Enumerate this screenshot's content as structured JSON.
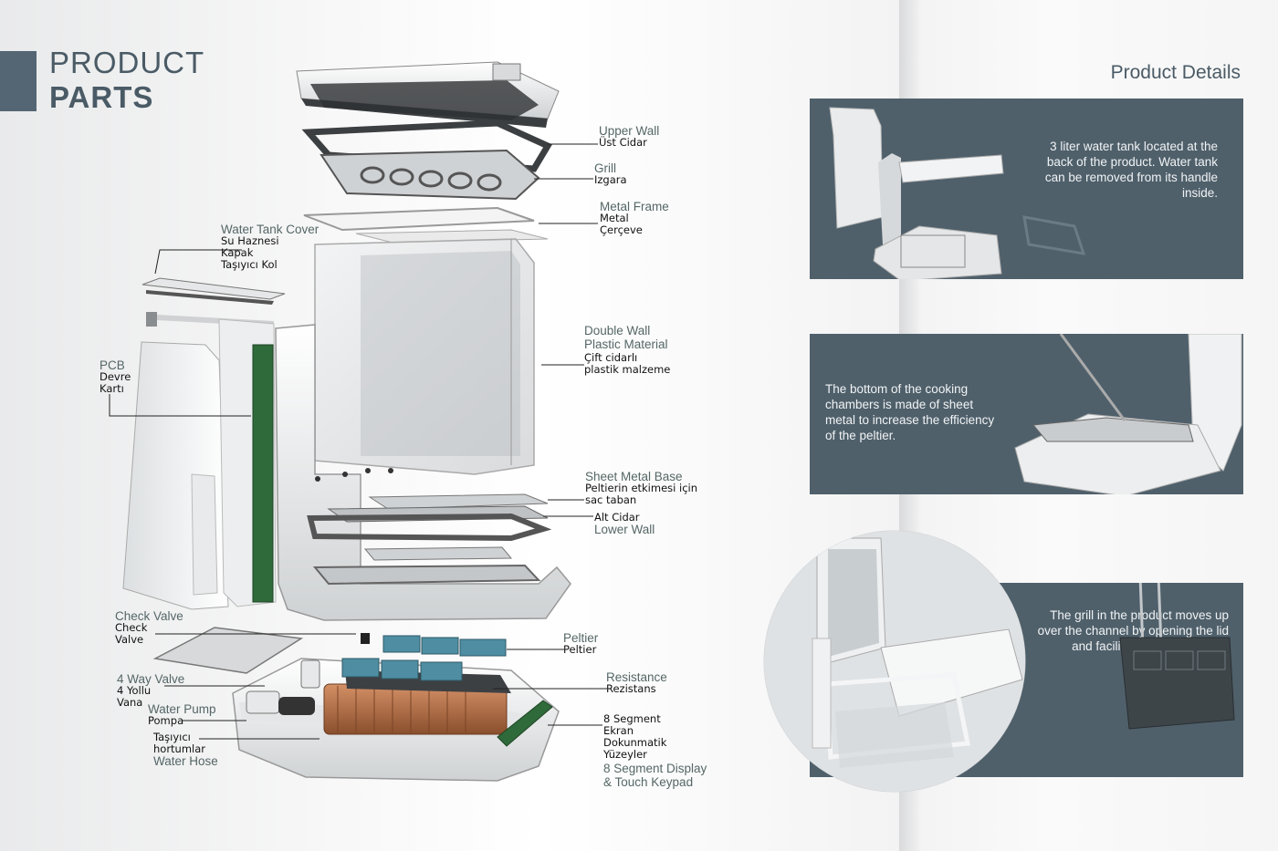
{
  "title": {
    "line1": "PRODUCT",
    "line2": "PARTS"
  },
  "labels": {
    "upper_wall": {
      "en": "Upper Wall",
      "tr": "Üst Cidar"
    },
    "grill": {
      "en": "Grill",
      "tr": "Izgara"
    },
    "metal_frame": {
      "en": "Metal Frame",
      "tr1": "Metal",
      "tr2": "Çerçeve"
    },
    "water_tank_cover": {
      "en": "Water Tank Cover",
      "tr1": "Su Haznesi",
      "tr2": "Kapak",
      "tr3": "Taşıyıcı Kol"
    },
    "double_wall": {
      "en1": "Double Wall",
      "en2": "Plastic Material",
      "tr1": "Çift cidarlı",
      "tr2": "plastik malzeme"
    },
    "pcb": {
      "en": "PCB",
      "tr1": "Devre",
      "tr2": "Kartı"
    },
    "sheet_metal_base": {
      "en": "Sheet Metal Base",
      "tr1": "Peltierin etkimesi için",
      "tr2": "sac  taban"
    },
    "lower_wall": {
      "tr": "Alt Cidar",
      "en": "Lower Wall"
    },
    "check_valve": {
      "en": "Check Valve",
      "tr1": "Check",
      "tr2": "Valve"
    },
    "four_way_valve": {
      "en": "4 Way Valve",
      "tr1": "4 Yollu",
      "tr2": "Vana"
    },
    "water_pump": {
      "en": "Water Pump",
      "tr": "Pompa"
    },
    "water_hose": {
      "tr1": "Taşıyıcı",
      "tr2": "hortumlar",
      "en": "Water Hose"
    },
    "peltier": {
      "en": "Peltier",
      "tr": "Peltier"
    },
    "resistance": {
      "en": "Resistance",
      "tr": "Rezistans"
    },
    "display": {
      "tr1": "8 Segment",
      "tr2": "Ekran",
      "tr3": "Dokunmatik",
      "tr4": "Yüzeyler",
      "en1": "8 Segment Display",
      "en2": "& Touch Keypad"
    }
  },
  "details": {
    "title": "Product Details",
    "panel1": "3 liter water tank located at the back of the product. Water tank can be removed from its handle inside.",
    "panel2": "The bottom of the cooking chambers is made of sheet metal to increase the efficiency of the peltier.",
    "panel3": "The grill in the product moves up over the channel by opening the lid and facilitates the removal of vacuum bags."
  },
  "colors": {
    "accent": "#546673",
    "panel": "#4f606b",
    "pcb_green": "#2f6a3a",
    "peltier_blue": "#4f8ea2",
    "copper": "#b8734a"
  }
}
